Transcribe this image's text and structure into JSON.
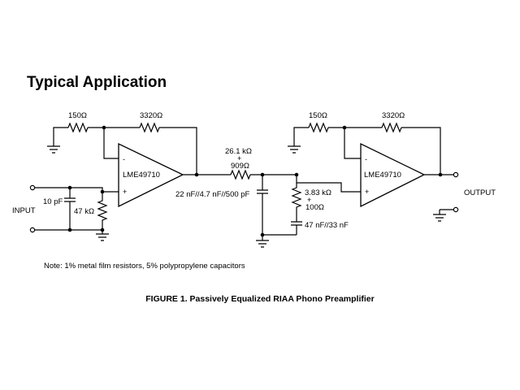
{
  "section_title": "Typical Application",
  "stage1": {
    "r_ground": "150Ω",
    "r_feedback": "3320Ω",
    "opamp_label": "LME49710",
    "minus_sign": "-",
    "plus_sign": "+",
    "c_input": "10 pF",
    "r_input": "47 kΩ"
  },
  "input_label": "INPUT",
  "network": {
    "r_series_a": "26.1 kΩ",
    "r_series_plus": "+",
    "r_series_b": "909Ω",
    "c_shunt": "22 nF//4.7 nF//500 pF",
    "r_shunt_a": "3.83 kΩ",
    "r_shunt_plus": "+",
    "r_shunt_b": "100Ω",
    "c_shunt2": "47 nF//33 nF"
  },
  "stage2": {
    "r_ground": "150Ω",
    "r_feedback": "3320Ω",
    "opamp_label": "LME49710",
    "minus_sign": "-",
    "plus_sign": "+"
  },
  "output_label": "OUTPUT",
  "note": "Note: 1% metal film resistors, 5% polypropylene capacitors",
  "figure_caption": "FIGURE 1. Passively Equalized RIAA Phono Preamplifier"
}
